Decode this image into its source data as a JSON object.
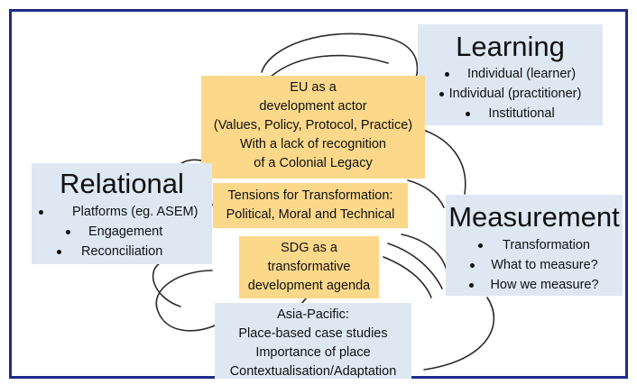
{
  "learning": {
    "title": "Learning",
    "items": [
      "Individual (learner)",
      "Individual (practitioner)",
      "Institutional"
    ]
  },
  "eu": {
    "lines": [
      "EU as a",
      "development actor",
      "(Values, Policy, Protocol, Practice)",
      "With a lack of recognition",
      "of a Colonial Legacy"
    ]
  },
  "relational": {
    "title": "Relational",
    "items": [
      "Platforms (eg. ASEM)",
      "Engagement",
      "Reconciliation"
    ]
  },
  "tensions": {
    "lines": [
      "Tensions for Transformation:",
      "Political, Moral and Technical"
    ]
  },
  "measurement": {
    "title": "Measurement",
    "items": [
      "Transformation",
      "What to measure?",
      "How we measure?"
    ]
  },
  "sdg": {
    "lines": [
      "SDG as a",
      "transformative",
      "development agenda"
    ]
  },
  "asia": {
    "lines": [
      "Asia-Pacific:",
      "Place-based case studies",
      "Importance of place",
      "Contextualisation/Adaptation"
    ]
  },
  "colors": {
    "blue_box": "#dde8f3",
    "yellow_box": "#fbd88a",
    "frame": "#1f2a8a"
  }
}
